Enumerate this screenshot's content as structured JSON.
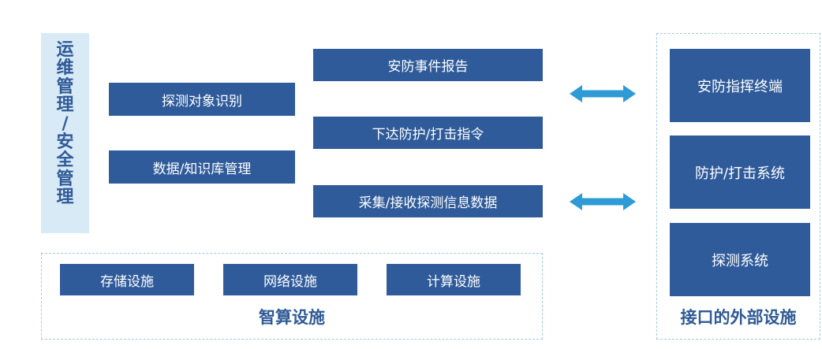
{
  "management": {
    "title_chars": [
      "运",
      "维",
      "管",
      "理",
      "/",
      "安",
      "全",
      "管",
      "理"
    ]
  },
  "functions": {
    "detect_object": "探测对象识别",
    "knowledge_base": "数据/知识库管理",
    "event_report": "安防事件报告",
    "issue_command": "下达防护/打击指令",
    "collect_data": "采集/接收探测信息数据"
  },
  "infrastructure": {
    "label": "智算设施",
    "items": [
      "存储设施",
      "网络设施",
      "计算设施"
    ]
  },
  "external": {
    "label": "接口的外部设施",
    "items": [
      "安防指挥终端",
      "防护/打击系统",
      "探测系统"
    ]
  },
  "colors": {
    "box": "#2f5b9a",
    "panel": "#d8eaf6",
    "dashed_border": "#9fcbe3",
    "arrow": "#2e9bd6",
    "label_text": "#2f5a97"
  }
}
